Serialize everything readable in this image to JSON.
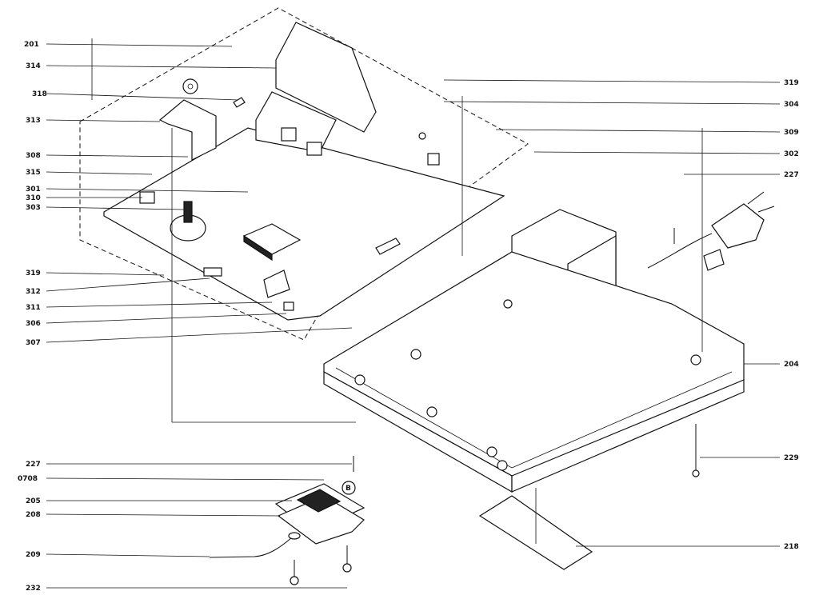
{
  "callouts": {
    "201": "201",
    "314": "314",
    "318": "318",
    "313": "313",
    "308": "308",
    "315": "315",
    "301": "301",
    "310": "310",
    "303": "303",
    "319a": "319",
    "312": "312",
    "311": "311",
    "306": "306",
    "307": "307",
    "319b": "319",
    "304": "304",
    "309": "309",
    "302": "302",
    "227a": "227",
    "204": "204",
    "229": "229",
    "218": "218",
    "227b": "227",
    "0708": "0708",
    "205": "205",
    "208": "208",
    "209": "209",
    "232": "232",
    "B": "B"
  }
}
